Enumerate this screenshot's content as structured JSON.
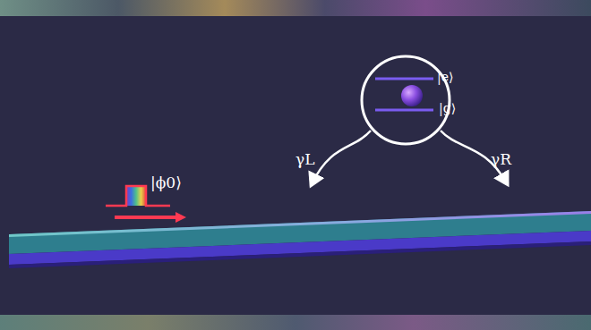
{
  "diagram": {
    "nodes": [
      {
        "text": [
          "|e⟩",
          "|g⟩"
        ]
      }
    ],
    "labels": [
      "|ϕ0⟩",
      "γL",
      "γR"
    ]
  }
}
